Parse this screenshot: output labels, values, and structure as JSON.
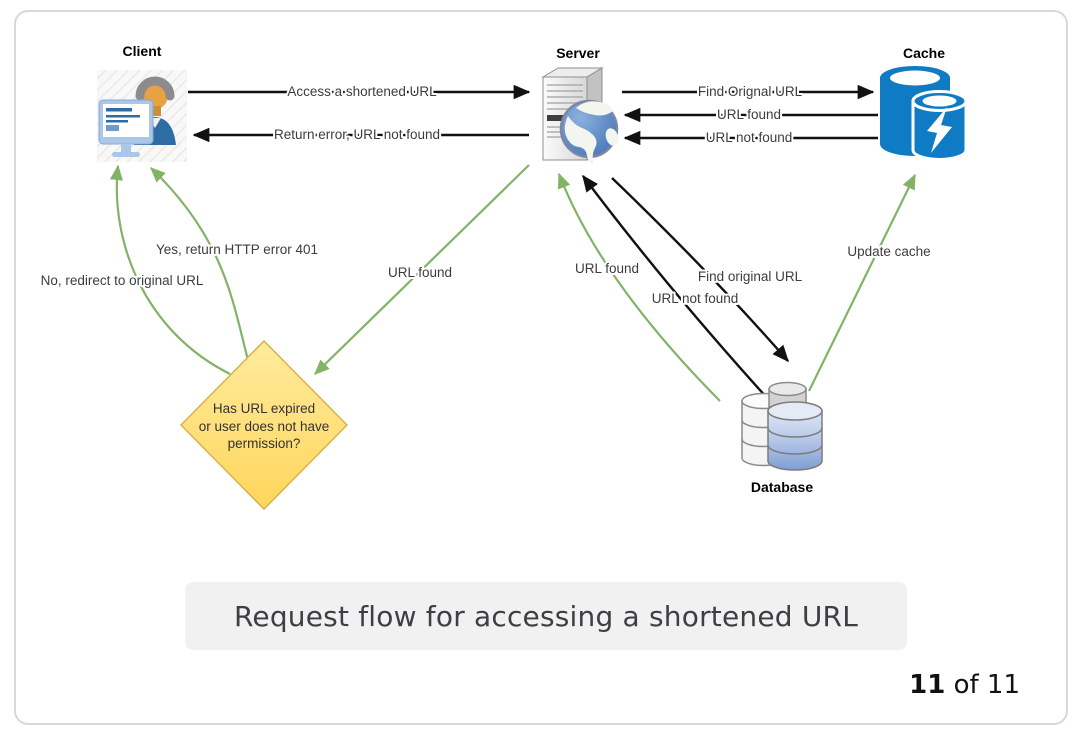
{
  "diagram": {
    "nodes": {
      "client": {
        "label": "Client",
        "icon": "client-person-computer-icon"
      },
      "server": {
        "label": "Server",
        "icon": "server-tower-globe-icon"
      },
      "cache": {
        "label": "Cache",
        "icon": "cache-cylinders-lightning-icon"
      },
      "database": {
        "label": "Database",
        "icon": "database-cylinder-stack-icon"
      },
      "decision": {
        "shape": "diamond",
        "text_lines": {
          "l1": "Has URL expired",
          "l2": "or user does not have",
          "l3": "permission?"
        }
      }
    },
    "edges": {
      "client_to_server": {
        "label": "Access a shortened URL",
        "color": "#111111",
        "direction": "client to server"
      },
      "server_to_client": {
        "label": "Return error, URL not found",
        "color": "#111111",
        "direction": "server to client"
      },
      "server_to_cache": {
        "label": "Find Orignal URL",
        "color": "#111111",
        "direction": "server to cache"
      },
      "cache_to_server_found": {
        "label": "URL found",
        "color": "#111111",
        "direction": "cache to server"
      },
      "cache_to_server_not_found": {
        "label": "URL not found",
        "color": "#111111",
        "direction": "cache to server"
      },
      "server_to_decision": {
        "label": "URL found",
        "color": "#82b366",
        "direction": "server to decision"
      },
      "decision_to_client_yes": {
        "label": "Yes, return HTTP error 401",
        "color": "#82b366",
        "direction": "decision to client"
      },
      "decision_to_client_no": {
        "label": "No, redirect to original URL",
        "color": "#82b366",
        "direction": "decision to client"
      },
      "database_to_server_found": {
        "label": "URL found",
        "color": "#82b366",
        "direction": "database to server"
      },
      "database_to_server_not_found": {
        "label": "URL not found",
        "color": "#111111",
        "direction": "database to server"
      },
      "server_to_database": {
        "label": "Find original URL",
        "color": "#111111",
        "direction": "server to database"
      },
      "database_to_cache": {
        "label": "Update cache",
        "color": "#82b366",
        "direction": "database to cache"
      }
    }
  },
  "caption": {
    "text": "Request flow for accessing a shortened URL"
  },
  "pagination": {
    "current": "11",
    "of_label": "of",
    "total": "11"
  },
  "colors": {
    "green_arrow": "#82b366",
    "black_arrow": "#111111",
    "diamond_fill_top": "#ffeb9e",
    "diamond_fill_bottom": "#ffd65c",
    "diamond_stroke": "#d9b24b",
    "cache_blue": "#0f7bc4",
    "caption_bg": "#f1f1f2",
    "card_border": "#d8d8d8"
  }
}
